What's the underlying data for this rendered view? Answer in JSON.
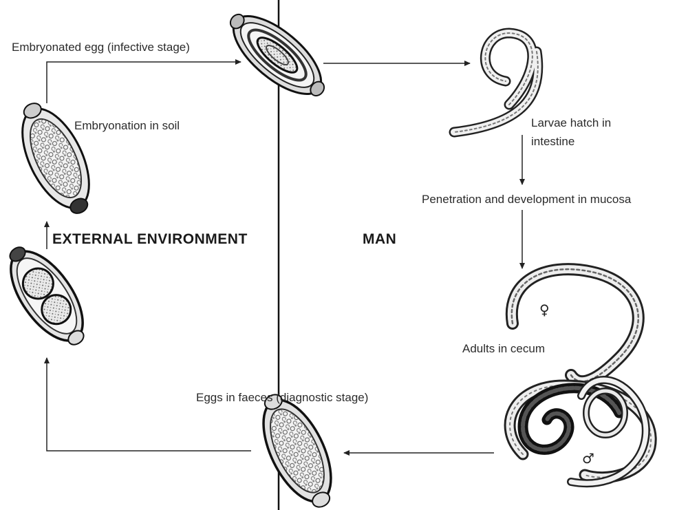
{
  "regions": {
    "left": "EXTERNAL ENVIRONMENT",
    "right": "MAN"
  },
  "stages": {
    "infective_egg": "Embryonated egg (infective stage)",
    "embryonation": "Embryonation in soil",
    "larvae_line1": "Larvae hatch in",
    "larvae_line2": "intestine",
    "penetration": "Penetration and development in mucosa",
    "adults": "Adults in cecum",
    "diagnostic_egg": "Eggs in faeces (diagnostic stage)"
  },
  "symbols": {
    "female": "♀",
    "male": "♂"
  }
}
